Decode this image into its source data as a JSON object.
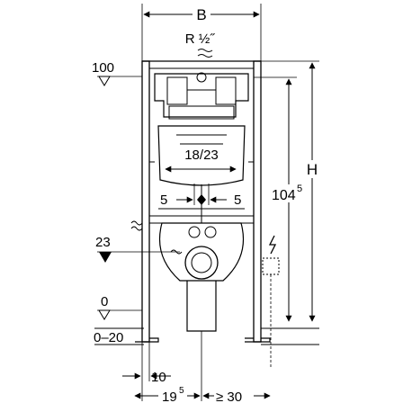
{
  "labels": {
    "width_top": "B",
    "thread": "R ½˝",
    "level_100": "100",
    "level_23": "23",
    "level_0": "0",
    "level_range": "0–20",
    "spacing": "18/23",
    "offset_left": "5",
    "offset_right": "5",
    "height_total": "H",
    "height_104_main": "104",
    "height_104_sup": "5",
    "dim_10": "10",
    "dim_19_main": "19",
    "dim_19_sup": "5",
    "dim_ge30": "≥ 30"
  }
}
